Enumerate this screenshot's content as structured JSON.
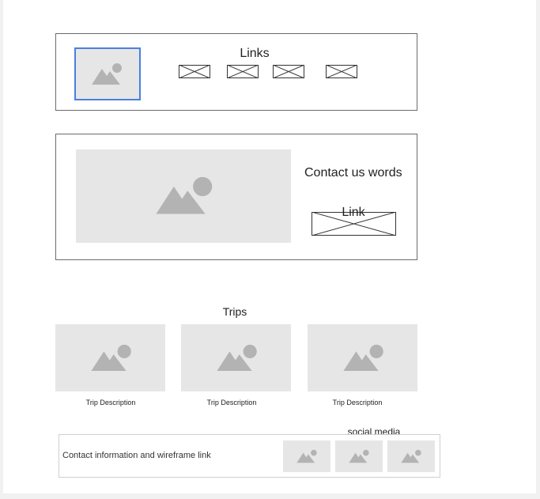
{
  "header": {
    "links_label": "Links",
    "link_buttons": [
      "",
      "",
      "",
      ""
    ]
  },
  "hero": {
    "contact_words": "Contact us words",
    "link_label": "Link"
  },
  "trips": {
    "title": "Trips",
    "items": [
      {
        "description": "Trip Description"
      },
      {
        "description": "Trip Description"
      },
      {
        "description": "Trip Description"
      }
    ]
  },
  "footer": {
    "contact_text": "Contact information and wireframe link",
    "social_label": "social media",
    "social_icons": [
      "image-placeholder-icon",
      "image-placeholder-icon",
      "image-placeholder-icon"
    ]
  },
  "colors": {
    "placeholder_bg": "#e6e6e6",
    "placeholder_icon": "#b3b3b3",
    "selection": "#4a7fe0",
    "border": "#6b6b6b"
  }
}
